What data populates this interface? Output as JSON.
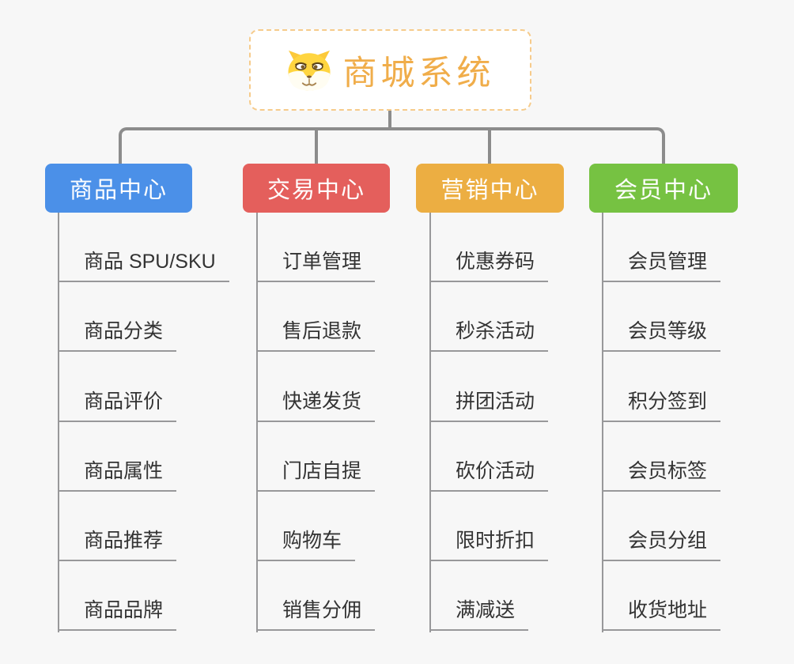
{
  "root": {
    "title": "商城系统",
    "icon": "dog-face-icon"
  },
  "branches": [
    {
      "label": "商品中心",
      "color": "#4B90E8",
      "children": [
        "商品 SPU/SKU",
        "商品分类",
        "商品评价",
        "商品属性",
        "商品推荐",
        "商品品牌"
      ]
    },
    {
      "label": "交易中心",
      "color": "#E45F5C",
      "children": [
        "订单管理",
        "售后退款",
        "快递发货",
        "门店自提",
        "购物车",
        "销售分佣"
      ]
    },
    {
      "label": "营销中心",
      "color": "#ECAE42",
      "children": [
        "优惠券码",
        "秒杀活动",
        "拼团活动",
        "砍价活动",
        "限时折扣",
        "满减送"
      ]
    },
    {
      "label": "会员中心",
      "color": "#76C242",
      "children": [
        "会员管理",
        "会员等级",
        "积分签到",
        "会员标签",
        "会员分组",
        "收货地址"
      ]
    }
  ],
  "colors": {
    "background": "#F7F7F7",
    "root_fill": "#FFFFFF",
    "root_border": "#F6CB8B",
    "root_text": "#F0AD4A",
    "branch_text": "#FFFFFF",
    "connector": "#8C8C8C",
    "leaf_line": "#98989A",
    "leaf_text": "#333333"
  }
}
